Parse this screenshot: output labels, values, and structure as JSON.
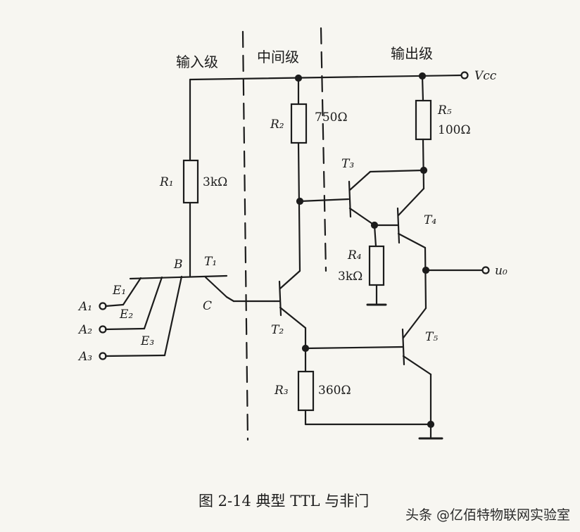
{
  "stages": {
    "input": "输入级",
    "middle": "中间级",
    "output": "输出级"
  },
  "supply": "Vcc",
  "components": {
    "R1": {
      "name": "R₁",
      "value": "3kΩ"
    },
    "R2": {
      "name": "R₂",
      "value": "750Ω"
    },
    "R3": {
      "name": "R₃",
      "value": "360Ω"
    },
    "R4": {
      "name": "R₄",
      "value": "3kΩ"
    },
    "R5": {
      "name": "R₅",
      "value": "100Ω"
    },
    "T1": "T₁",
    "T2": "T₂",
    "T3": "T₃",
    "T4": "T₄",
    "T5": "T₅",
    "emitters": [
      "E₁",
      "E₂",
      "E₃"
    ]
  },
  "nodes": {
    "B": "B",
    "C": "C",
    "output": "u₀"
  },
  "inputs": [
    "A₁",
    "A₂",
    "A₃"
  ],
  "caption": "图 2-14 典型 TTL 与非门",
  "watermark": "头条 @亿佰特物联网实验室"
}
